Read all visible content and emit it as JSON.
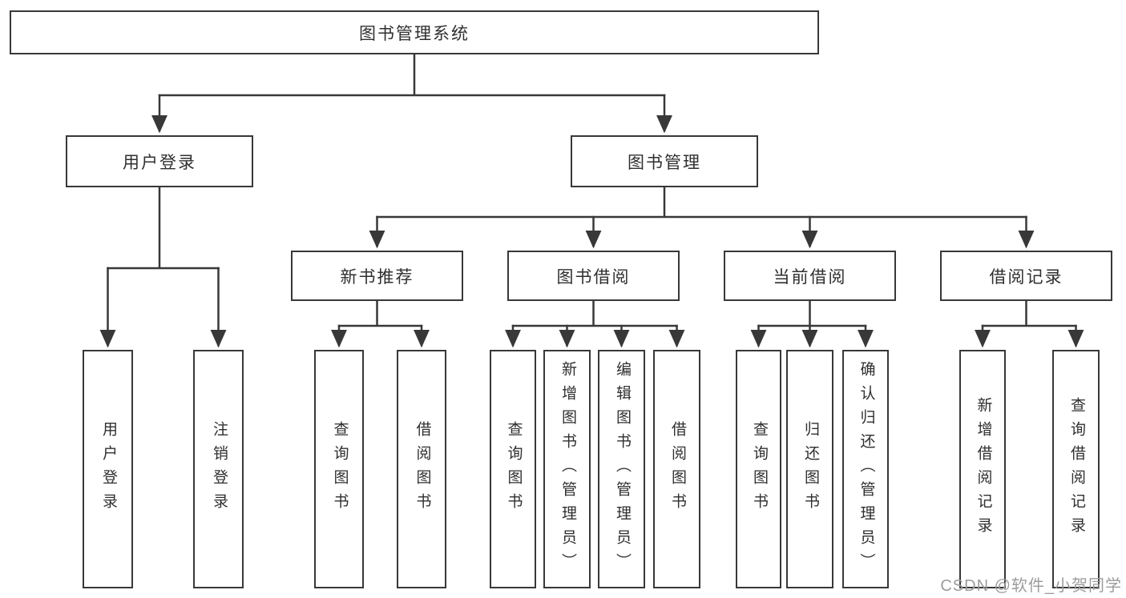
{
  "diagram": {
    "root": {
      "label": "图书管理系统"
    },
    "branches": [
      {
        "label": "用户登录",
        "children": [
          {
            "label": "用户登录"
          },
          {
            "label": "注销登录"
          }
        ]
      },
      {
        "label": "图书管理",
        "children": [
          {
            "label": "新书推荐",
            "children": [
              {
                "label": "查询图书"
              },
              {
                "label": "借阅图书"
              }
            ]
          },
          {
            "label": "图书借阅",
            "children": [
              {
                "label": "查询图书"
              },
              {
                "label": "新增图书（管理员）"
              },
              {
                "label": "编辑图书（管理员）"
              },
              {
                "label": "借阅图书"
              }
            ]
          },
          {
            "label": "当前借阅",
            "children": [
              {
                "label": "查询图书"
              },
              {
                "label": "归还图书"
              },
              {
                "label": "确认归还（管理员）"
              }
            ]
          },
          {
            "label": "借阅记录",
            "children": [
              {
                "label": "新增借阅记录"
              },
              {
                "label": "查询借阅记录"
              }
            ]
          }
        ]
      }
    ],
    "watermark": "CSDN @软件_小贺同学",
    "colors": {
      "line": "#383838",
      "text": "#2f2f2f",
      "watermark": "#9c9c9c",
      "background": "#ffffff"
    }
  }
}
